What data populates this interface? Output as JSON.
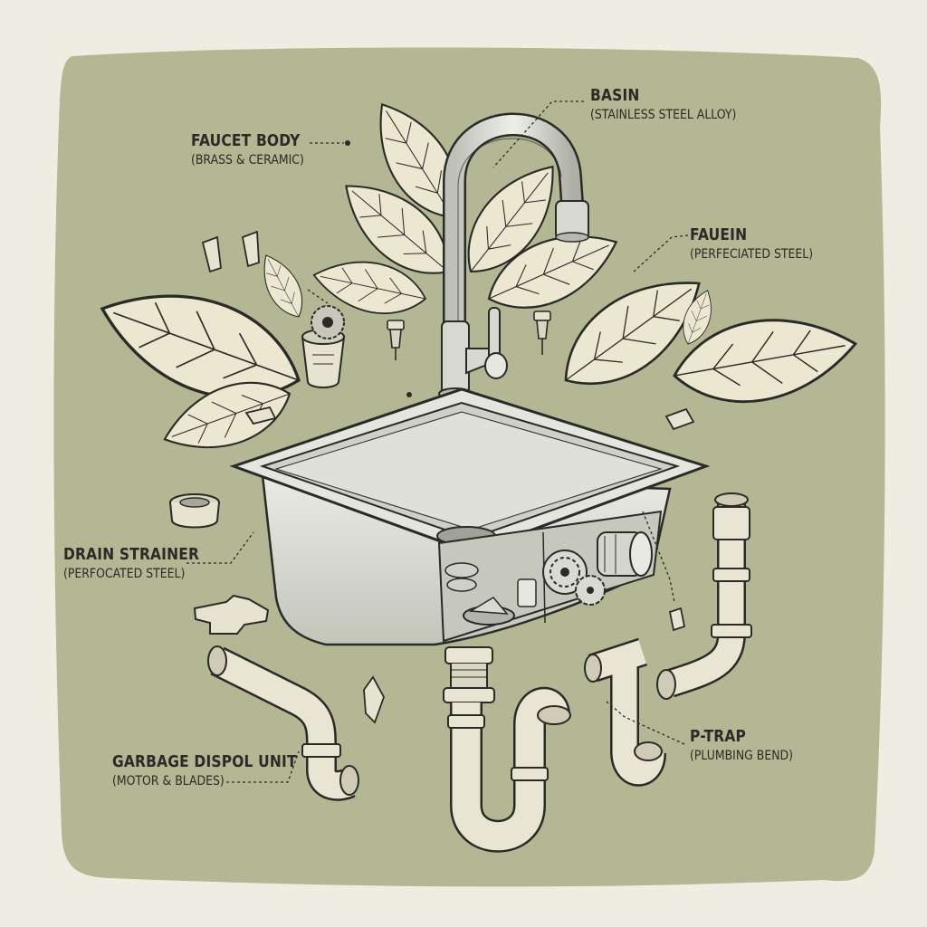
{
  "palette": {
    "paper": "#efece2",
    "panel": "#b3b793",
    "ink": "#2b2a26",
    "leaf": "#ebe7d1",
    "metal": "#d7d8cf",
    "pipe": "#e8e5d2"
  },
  "labels": [
    {
      "id": "faucet-body",
      "title": "FAUCET BODY",
      "sub": "(BRASS & CERAMIC)"
    },
    {
      "id": "basin",
      "title": "BASIN",
      "sub": "(STAINLESS STEEL ALLOY)"
    },
    {
      "id": "fauein",
      "title": "FAUEIN",
      "sub": "(PERFECIATED STEEL)"
    },
    {
      "id": "drain-strainer",
      "title": "DRAIN STRAINER",
      "sub": "(PERFOCATED STEEL)"
    },
    {
      "id": "garbage-disposal",
      "title": "GARBAGE DISPOL UNIT",
      "sub": "(MOTOR & BLADES)"
    },
    {
      "id": "p-trap",
      "title": "P-TRAP",
      "sub": "(PLUMBING BEND)"
    }
  ]
}
